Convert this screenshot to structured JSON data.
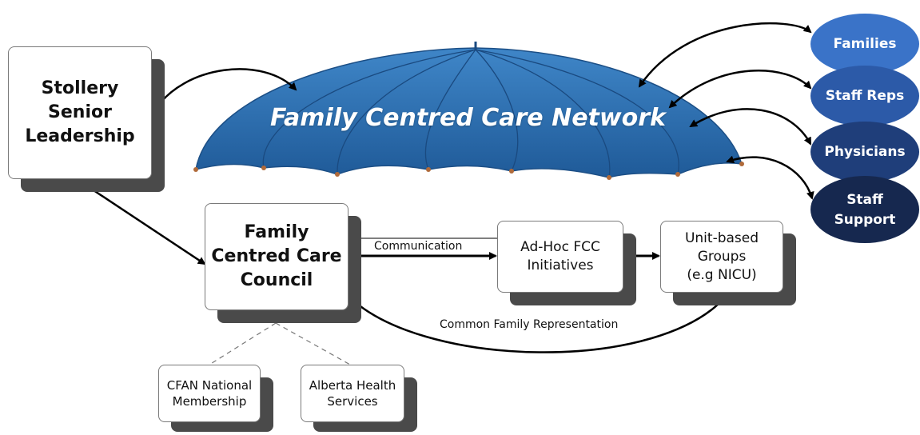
{
  "diagram": {
    "network_title": "Family Centred Care Network",
    "stollery": "Stollery\nSenior\nLeadership",
    "council": "Family\nCentred Care\nCouncil",
    "adhoc": "Ad-Hoc FCC\nInitiatives",
    "unit_groups": "Unit-based\nGroups\n(e.g NICU)",
    "cfan": "CFAN National\nMembership",
    "ahs": "Alberta Health\nServices",
    "communication_label": "Communication",
    "common_rep_label": "Common Family Representation",
    "ovals": [
      {
        "label": "Families",
        "color": "#3a73c8"
      },
      {
        "label": "Staff Reps",
        "color": "#2c5aa8"
      },
      {
        "label": "Physicians",
        "color": "#1f3e7a"
      },
      {
        "label": "Staff\nSupport",
        "color": "#16284f"
      }
    ]
  },
  "colors": {
    "umbrella": "#2f6fb0",
    "umbrella_dark": "#1f5590",
    "shadow": "#4a4a4a"
  }
}
